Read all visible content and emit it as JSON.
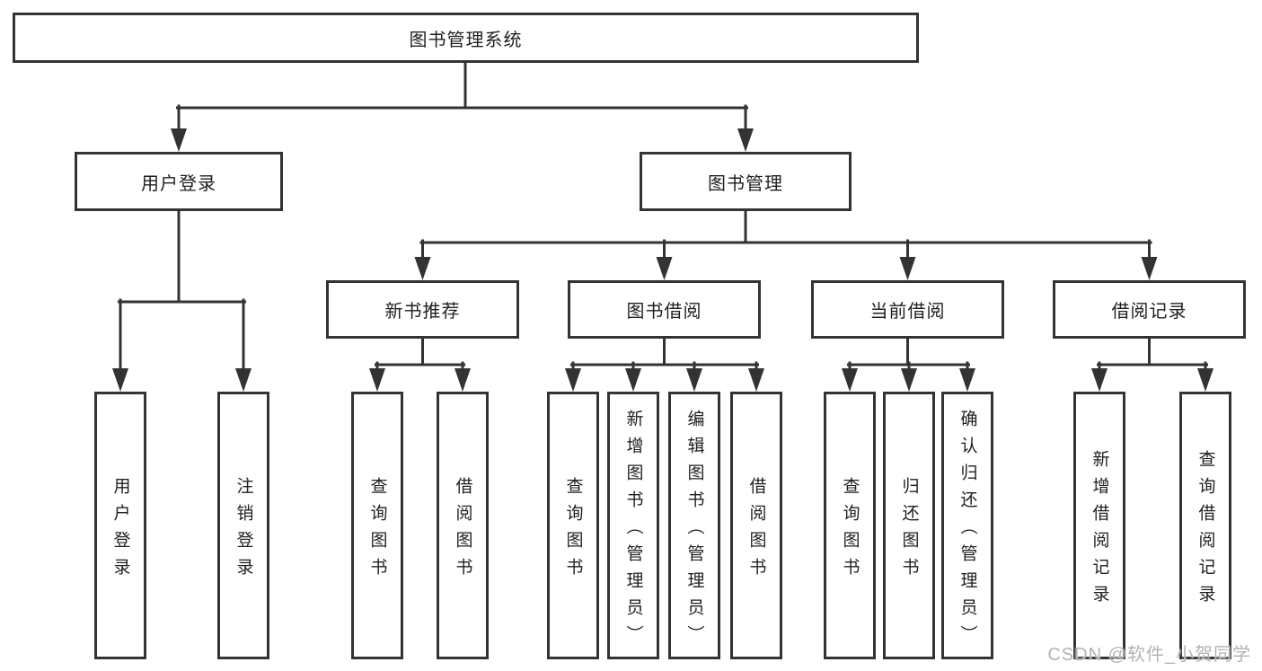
{
  "nodes": {
    "root": "图书管理系统",
    "level2": {
      "user_login": "用户登录",
      "book_management": "图书管理"
    },
    "level3": {
      "new_book_recommend": "新书推荐",
      "book_borrow": "图书借阅",
      "current_borrow": "当前借阅",
      "borrow_record": "借阅记录"
    },
    "leaves": {
      "user_login_children": [
        "用户登录",
        "注销登录"
      ],
      "new_book_children": [
        "查询图书",
        "借阅图书"
      ],
      "book_borrow_children": [
        "查询图书",
        "新增图书（管理员）",
        "编辑图书（管理员）",
        "借阅图书"
      ],
      "current_borrow_children": [
        "查询图书",
        "归还图书",
        "确认归还（管理员）"
      ],
      "borrow_record_children": [
        "新增借阅记录",
        "查询借阅记录"
      ]
    }
  },
  "watermark": "CSDN @软件_小贺同学",
  "colors": {
    "line": "#333333",
    "text": "#1f1f1f",
    "watermark": "#b3b3b3",
    "background": "#ffffff"
  }
}
